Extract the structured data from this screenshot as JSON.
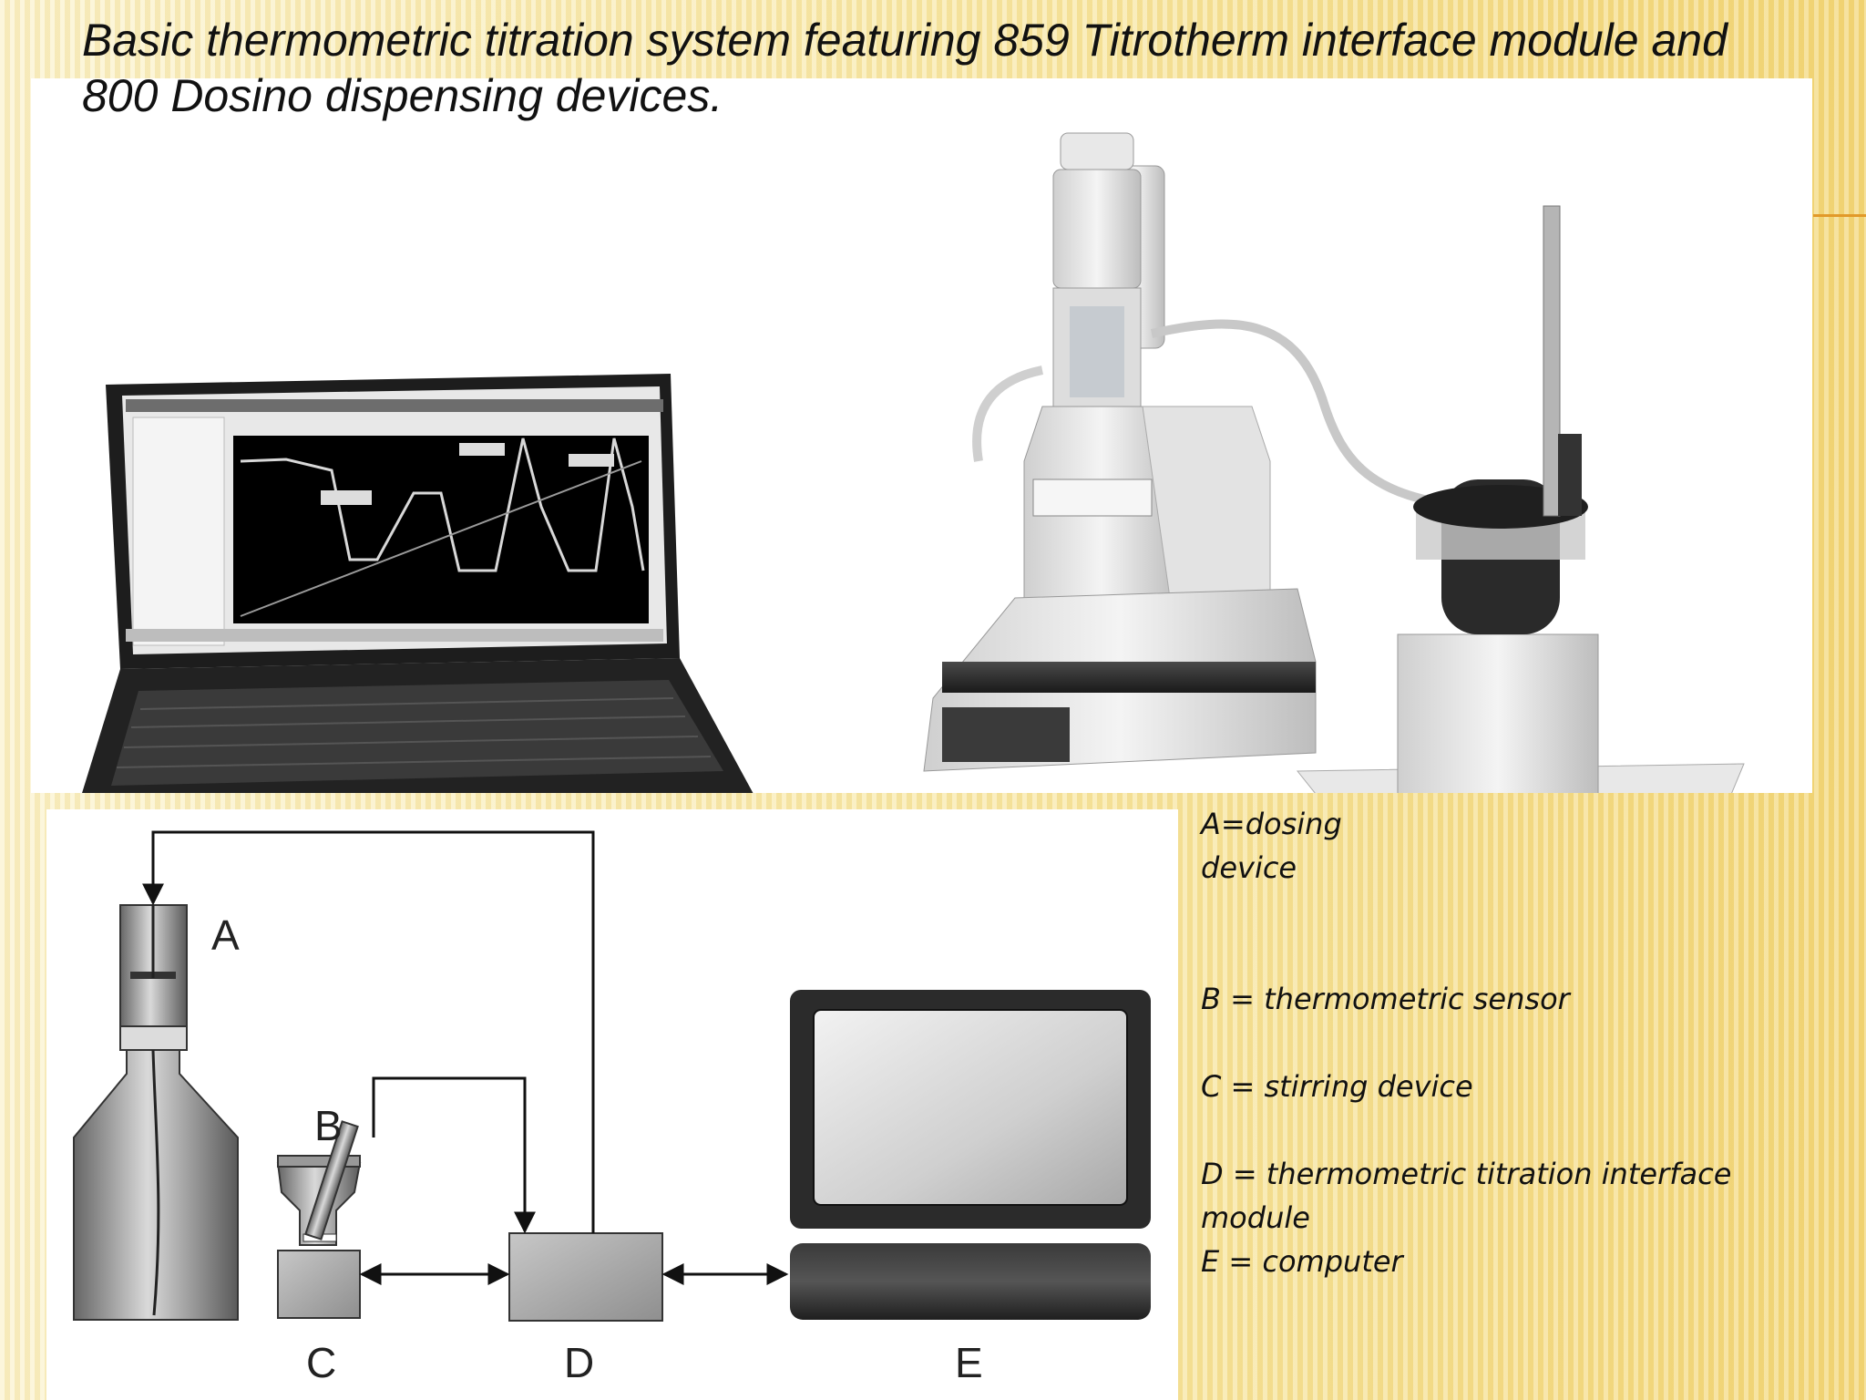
{
  "title": "Basic thermometric titration system featuring 859 Titrotherm interface module and 800 Dosino dispensing devices.",
  "diagram": {
    "labels": {
      "a": "A",
      "b": "B",
      "c": "C",
      "d": "D",
      "e": "E"
    }
  },
  "legend": {
    "a": "A=dosing device",
    "b": "B = thermometric sensor",
    "c": "C = stirring device",
    "d": "D = thermometric titration interface module",
    "e": "E = computer"
  },
  "colors": {
    "accent": "#e29a2a",
    "background": "#f8e8a8",
    "screen_plot": "#000000"
  }
}
